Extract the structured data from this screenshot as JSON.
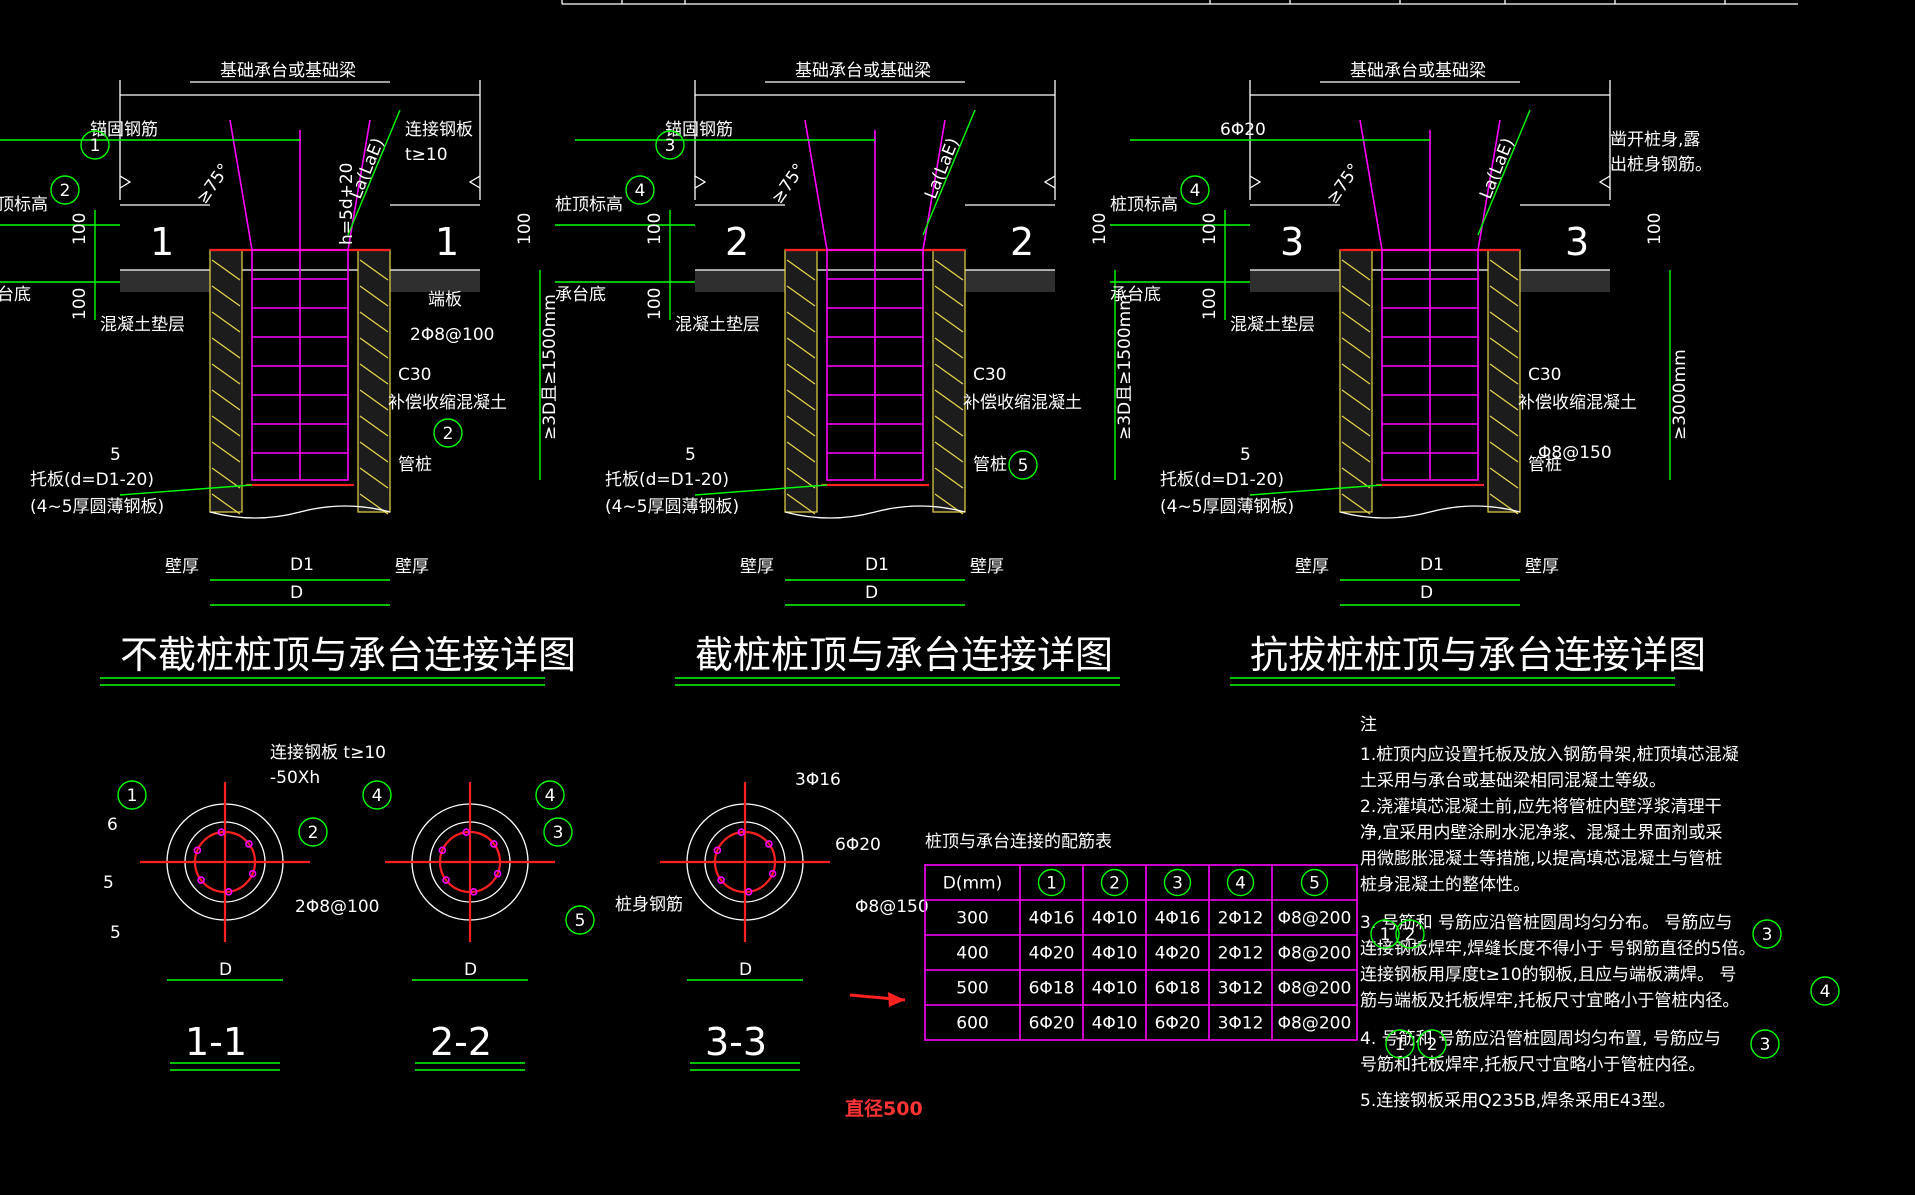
{
  "details": [
    {
      "id": "d1",
      "title": "不截桩桩顶与承台连接详图",
      "cap_label": "基础承台或基础梁",
      "left_rebar": "锚固钢筋",
      "left_num1": "1",
      "left_num2": "2",
      "plate_label": "连接钢板",
      "plate_t": "t≥10",
      "anchor_len": "La(LaE)",
      "weld_len": "h=5d+20",
      "angle": "≥75°",
      "pile_top": "桩顶标高",
      "cap_bottom": "承台底",
      "cushion": "混凝土垫层",
      "end_plate": "端板",
      "stirrup": "2Φ8@100",
      "concrete": "C30",
      "concrete2": "补偿收缩混凝土",
      "inner_num": "2",
      "tube": "管桩",
      "depth": "≥3D且≥1500mm",
      "dim100a": "100",
      "dim100b": "100",
      "dim100c": "100",
      "sec_left": "1",
      "sec_right": "1",
      "num5": "5",
      "tray": "托板(d=D1-20)",
      "tray2": "(4~5厚圆薄钢板)",
      "wall_l": "壁厚",
      "wall_r": "壁厚",
      "d1": "D1",
      "d": "D"
    },
    {
      "id": "d2",
      "title": "截桩桩顶与承台连接详图",
      "cap_label": "基础承台或基础梁",
      "left_rebar": "锚固钢筋",
      "left_num1": "3",
      "left_num2": "4",
      "anchor_len": "La(LaE)",
      "angle": "≥75°",
      "pile_top": "桩顶标高",
      "cap_bottom": "承台底",
      "cushion": "混凝土垫层",
      "concrete": "C30",
      "concrete2": "补偿收缩混凝土",
      "tube": "管桩",
      "depth": "≥3D且≥1500mm",
      "dim100a": "100",
      "dim100b": "100",
      "dim100c": "100",
      "sec_left": "2",
      "sec_right": "2",
      "num5": "5",
      "inner_num": "5",
      "tray": "托板(d=D1-20)",
      "tray2": "(4~5厚圆薄钢板)",
      "wall_l": "壁厚",
      "wall_r": "壁厚",
      "d1": "D1",
      "d": "D"
    },
    {
      "id": "d3",
      "title": "抗拔桩桩顶与承台连接详图",
      "cap_label": "基础承台或基础梁",
      "left_rebar": "6Φ20",
      "left_num2": "4",
      "right_note": "凿开桩身,露",
      "right_note2": "出桩身钢筋。",
      "anchor_len": "La(LaE)",
      "angle": "≥75°",
      "pile_top": "桩顶标高",
      "cap_bottom": "承台底",
      "cushion": "混凝土垫层",
      "concrete": "C30",
      "concrete2": "补偿收缩混凝土",
      "tube": "管桩",
      "stirrup": "Φ8@150",
      "depth": "≥3000mm",
      "dim100a": "100",
      "dim100b": "100",
      "dim100c": "100",
      "sec_left": "3",
      "sec_right": "3",
      "num5": "5",
      "tray": "托板(d=D1-20)",
      "tray2": "(4~5厚圆薄钢板)",
      "wall_l": "壁厚",
      "wall_r": "壁厚",
      "d1": "D1",
      "d": "D"
    }
  ],
  "sections": [
    {
      "id": "s1",
      "label": "1-1",
      "plate": "连接钢板 t≥10",
      "plate2": "-50Xh",
      "n1": "1",
      "n2": "2",
      "stirrup": "2Φ8@100",
      "six": "6",
      "five_a": "5",
      "five_b": "5",
      "d": "D"
    },
    {
      "id": "s2",
      "label": "2-2",
      "n1": "4",
      "n2": "3",
      "n3": "5",
      "d": "D"
    },
    {
      "id": "s3",
      "label": "3-3",
      "top": "3Φ16",
      "mid": "6Φ20",
      "pile_rebar": "桩身钢筋",
      "stirrup": "Φ8@150",
      "d": "D"
    }
  ],
  "table": {
    "title": "桩顶与承台连接的配筋表",
    "header": [
      "D(mm)",
      "1",
      "2",
      "3",
      "4",
      "5"
    ],
    "rows": [
      [
        "300",
        "4Φ16",
        "4Φ10",
        "4Φ16",
        "2Φ12",
        "Φ8@200"
      ],
      [
        "400",
        "4Φ20",
        "4Φ10",
        "4Φ20",
        "2Φ12",
        "Φ8@200"
      ],
      [
        "500",
        "6Φ18",
        "4Φ10",
        "6Φ18",
        "3Φ12",
        "Φ8@200"
      ],
      [
        "600",
        "6Φ20",
        "4Φ10",
        "6Φ20",
        "3Φ12",
        "Φ8@200"
      ]
    ]
  },
  "annotation": "直径500",
  "notes": {
    "title": "注",
    "lines": [
      "1.桩顶内应设置托板及放入钢筋骨架,桩顶填芯混凝",
      "  土采用与承台或基础梁相同混凝土等级。",
      "2.浇灌填芯混凝土前,应先将管桩内壁浮浆清理干",
      "  净,宜采用内壁涂刷水泥净浆、混凝土界面剂或采",
      "  用微膨胀混凝土等措施,以提高填芯混凝土与管桩",
      "  桩身混凝土的整体性。",
      "3.  号筋和  号筋应沿管桩圆周均匀分布。  号筋应与",
      "  连接钢板焊牢,焊缝长度不得小于  号钢筋直径的5倍。",
      "  连接钢板用厚度t≥10的钢板,且应与端板满焊。  号",
      "  筋与端板及托板焊牢,托板尺寸宜略小于管桩内径。",
      "4.  号筋和  号筋应沿管桩圆周均匀布置,  号筋应与",
      "  号筋和托板焊牢,托板尺寸宜略小于管桩内径。",
      "5.连接钢板采用Q235B,焊条采用E43型。"
    ],
    "c1": "1",
    "c2": "2",
    "c3": "3",
    "c4": "4",
    "c5": "1",
    "c6": "2",
    "c7": "3"
  }
}
